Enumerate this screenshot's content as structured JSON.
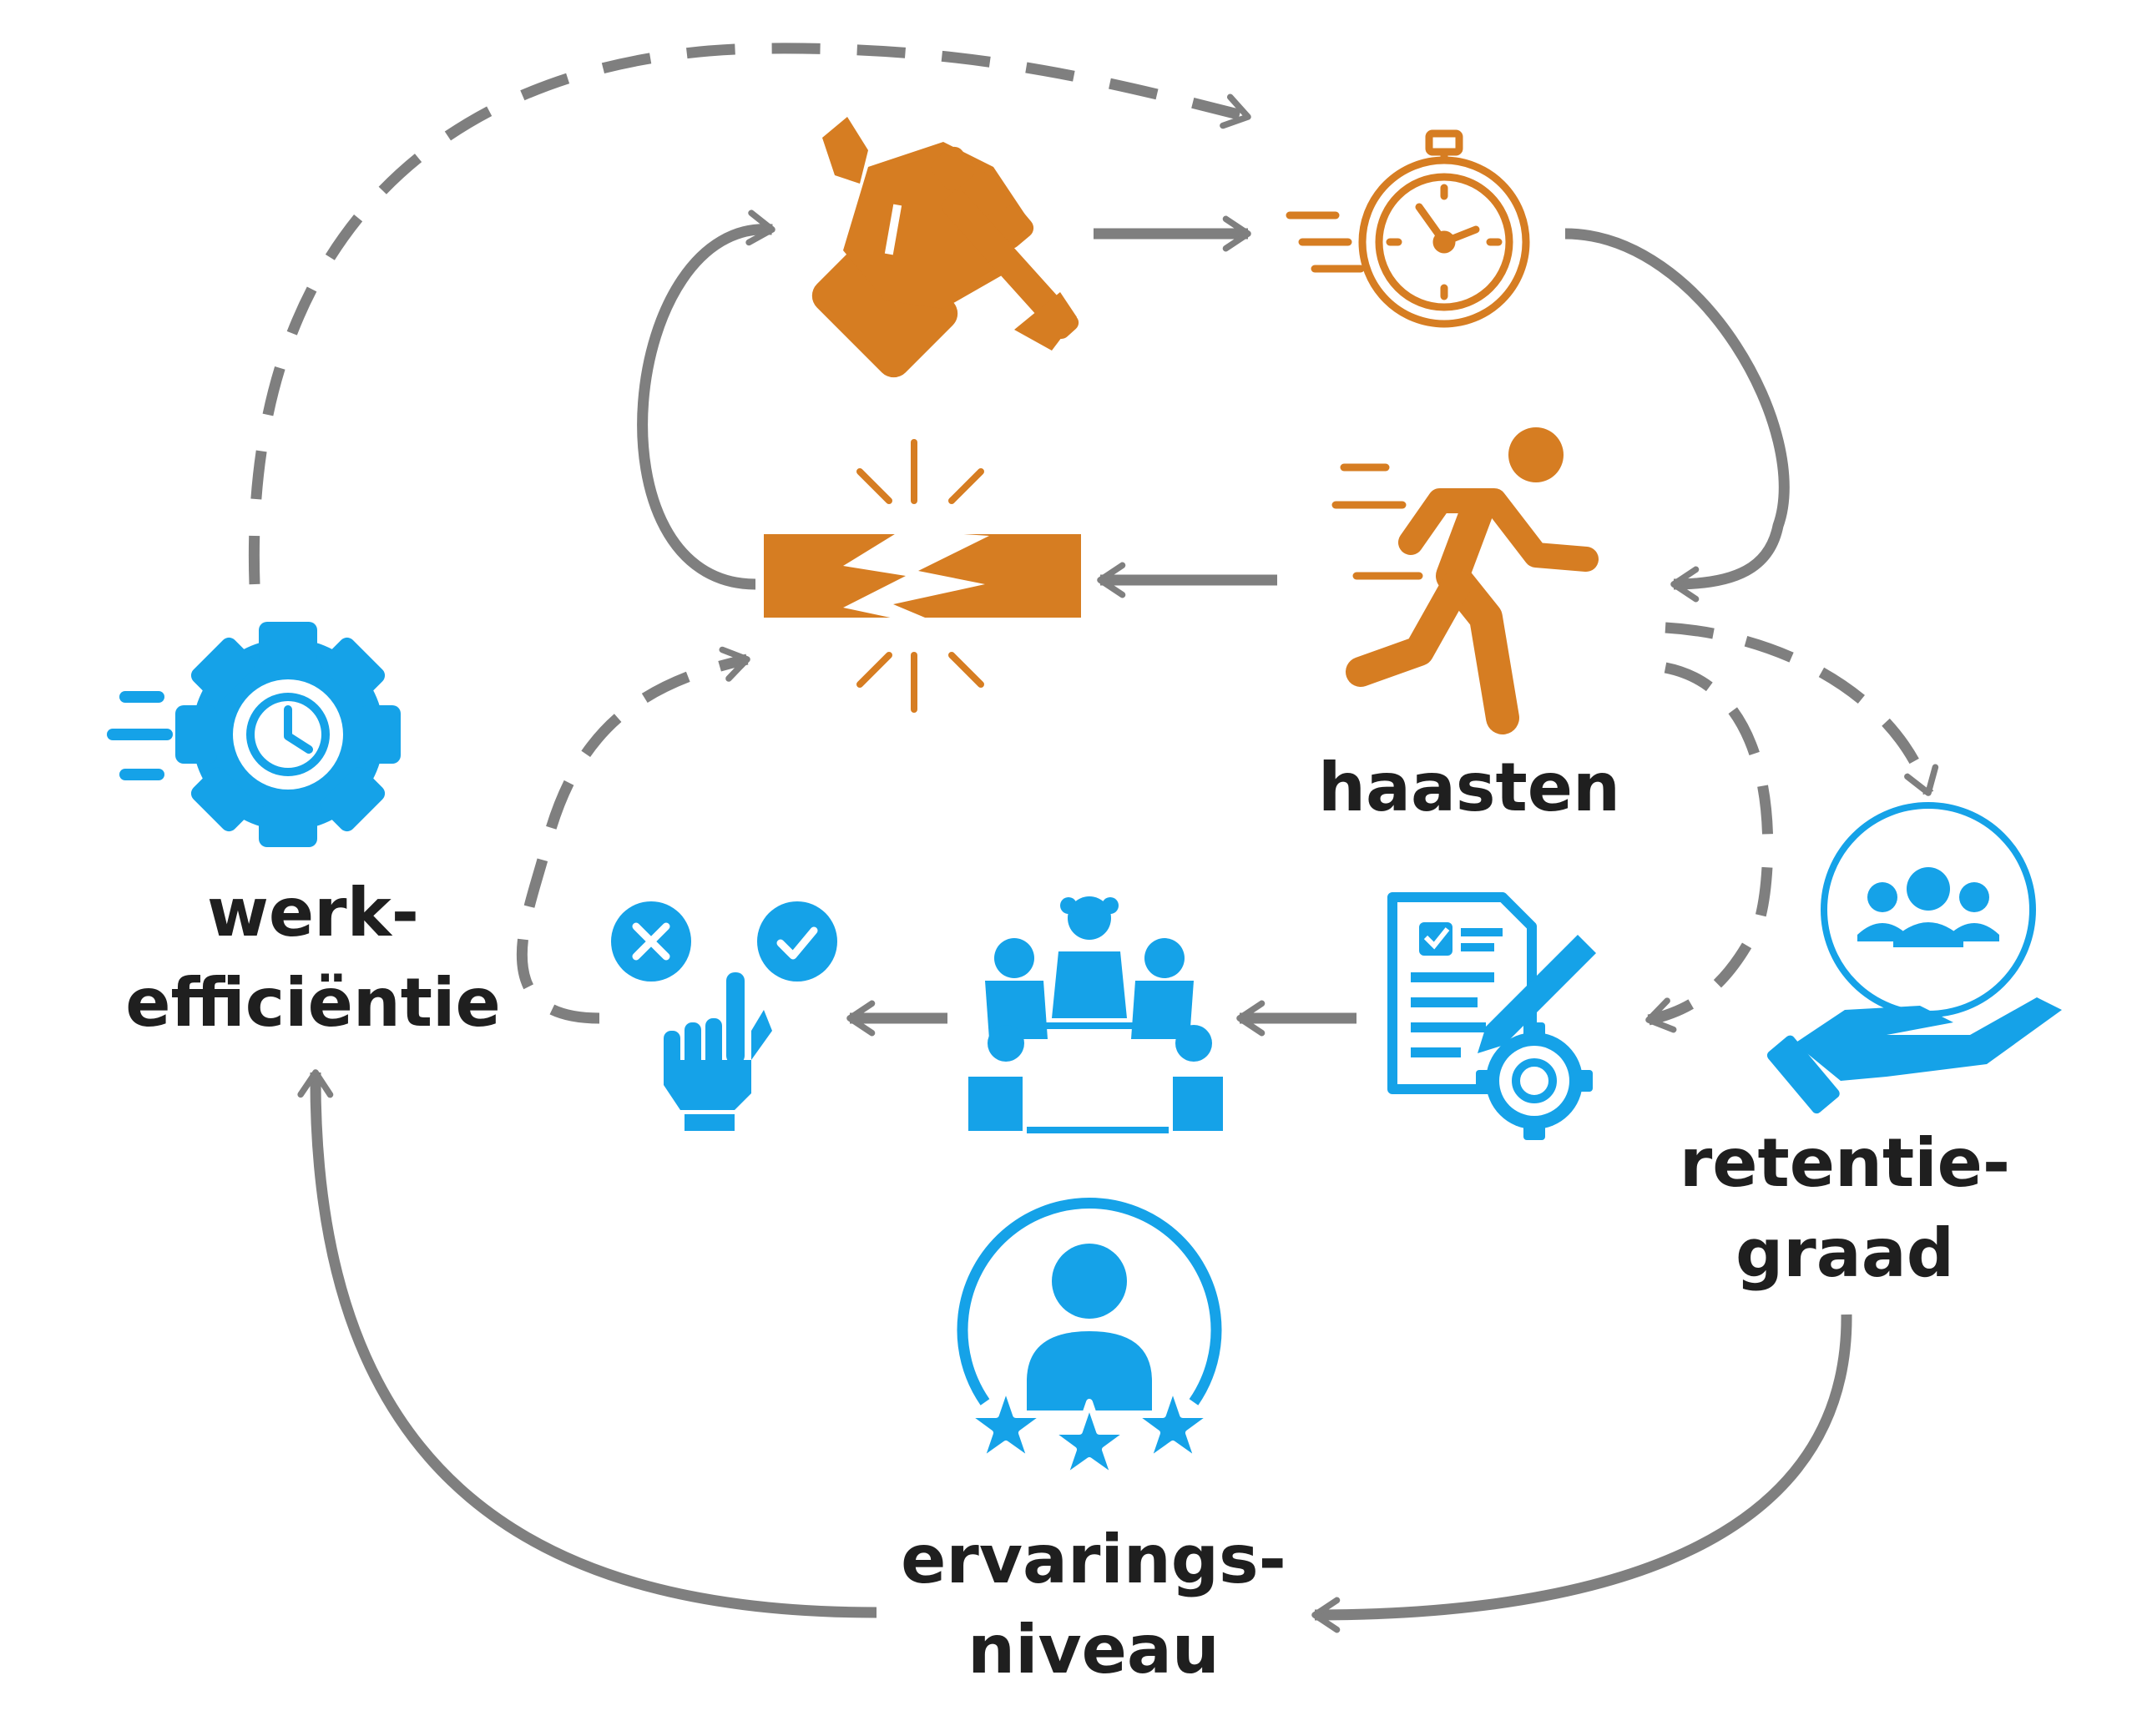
{
  "colors": {
    "orange": "#D67D22",
    "blue": "#15A2E8",
    "gray": "#7F7F7F",
    "text": "#1F1F1F"
  },
  "nodes": {
    "haasten": {
      "label": "haasten",
      "icon": "running-person-icon"
    },
    "werk_efficientie": {
      "line1": "werk-",
      "line2": "efficiëntie",
      "icon": "gear-clock-icon"
    },
    "retentiegraad": {
      "line1": "retentie-",
      "line2": "graad",
      "icon": "hand-team-cycle-icon"
    },
    "ervaringsniveau": {
      "line1": "ervarings-",
      "line2": "niveau",
      "icon": "person-rating-stars-icon"
    }
  },
  "icons": [
    "fist-wrench-icon",
    "stopwatch-icon",
    "running-person-icon",
    "broken-plank-icon",
    "gear-clock-icon",
    "decision-hand-icon",
    "team-meeting-icon",
    "checklist-pencil-gear-icon",
    "hand-team-cycle-icon",
    "person-rating-stars-icon"
  ]
}
